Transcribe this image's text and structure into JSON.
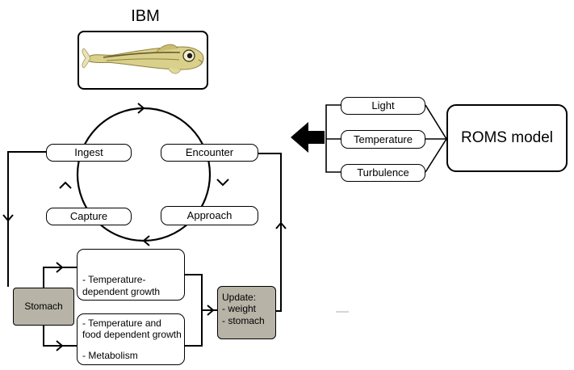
{
  "ibm": {
    "title": "IBM",
    "image_label": "larval fish illustration"
  },
  "cycle": {
    "ingest": "Ingest",
    "encounter": "Encounter",
    "capture": "Capture",
    "approach": "Approach"
  },
  "environment": {
    "light": "Light",
    "temperature": "Temperature",
    "turbulence": "Turbulence",
    "model": "ROMS model"
  },
  "growth": {
    "stomach": "Stomach",
    "temp_growth": "- Temperature-\n  dependent growth",
    "food_growth": "- Temperature and\nfood dependent growth",
    "metabolism": "- Metabolism",
    "update": "Update:\n- weight\n- stomach"
  },
  "colors": {
    "shaded_box": "#b7b3a7",
    "fish_body": "#d9d08c",
    "fish_stripe": "#6b5a2a"
  }
}
